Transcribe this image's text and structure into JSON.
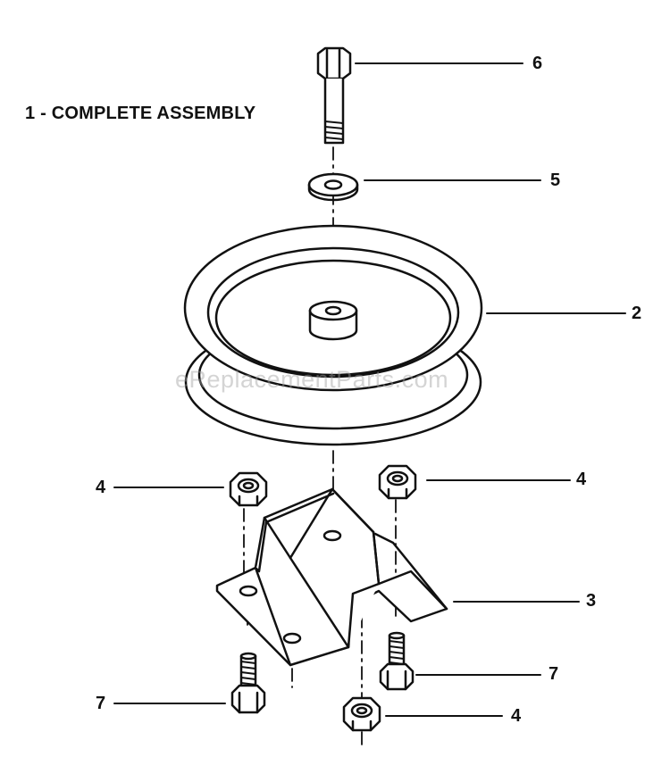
{
  "title": "1 - COMPLETE ASSEMBLY",
  "watermark": "eReplacementParts.com",
  "callouts": {
    "bolt_top": "6",
    "washer": "5",
    "pulley": "2",
    "nut_left": "4",
    "nut_right": "4",
    "bracket": "3",
    "bolt_right": "7",
    "bolt_left": "7",
    "nut_bottom": "4"
  },
  "colors": {
    "ink": "#111111",
    "paper": "#ffffff"
  }
}
